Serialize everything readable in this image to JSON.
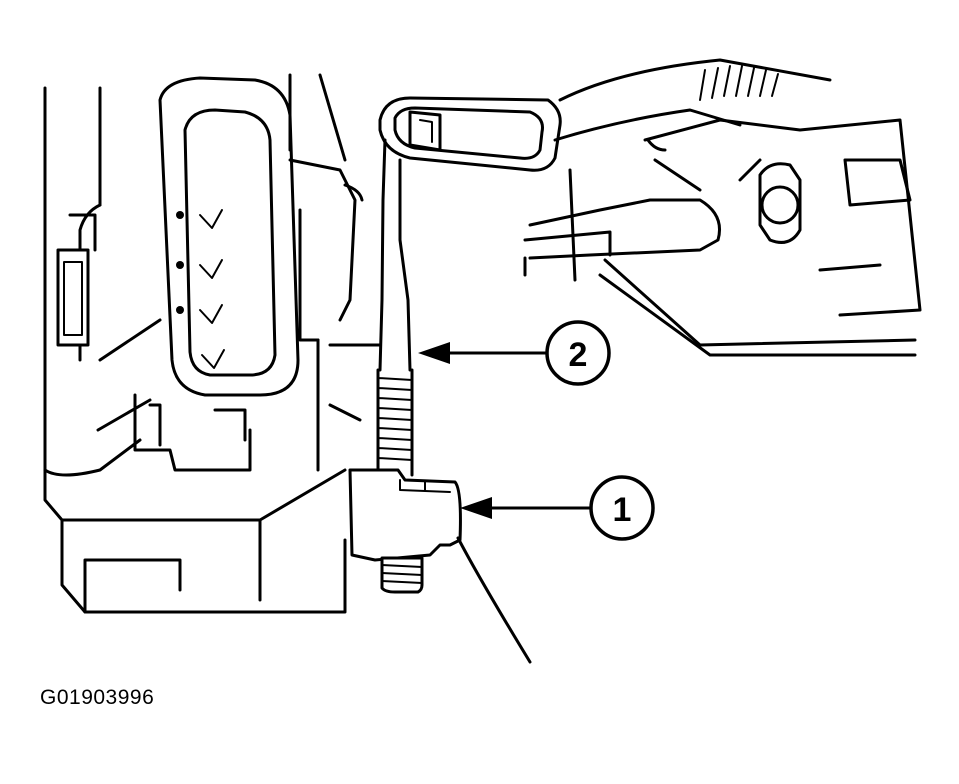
{
  "figure_id": "G01903996",
  "callouts": [
    {
      "number": "1"
    },
    {
      "number": "2"
    }
  ]
}
